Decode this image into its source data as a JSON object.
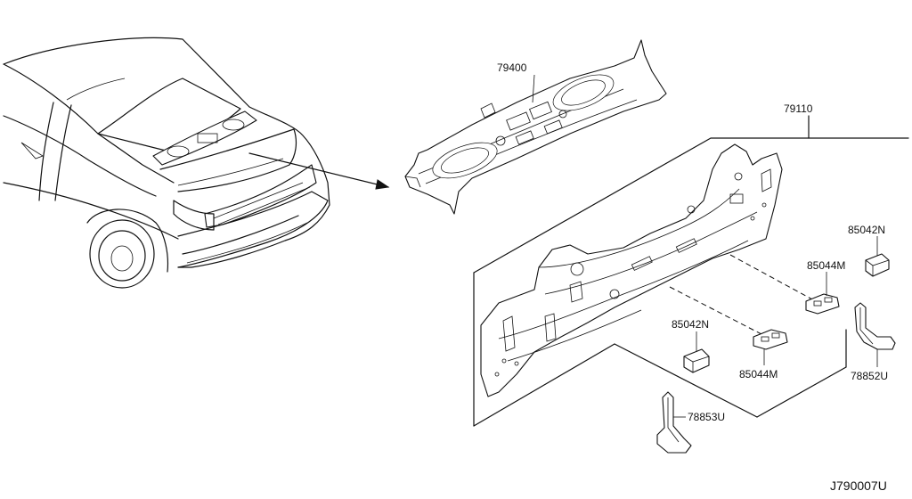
{
  "labels": {
    "p79400": "79400",
    "p79110": "79110",
    "p85042n_right": "85042N",
    "p85044m_right": "85044M",
    "p85042n_left": "85042N",
    "p85044m_left": "85044M",
    "p78852u": "78852U",
    "p78853u": "78853U",
    "diagram_code": "J790007U"
  }
}
